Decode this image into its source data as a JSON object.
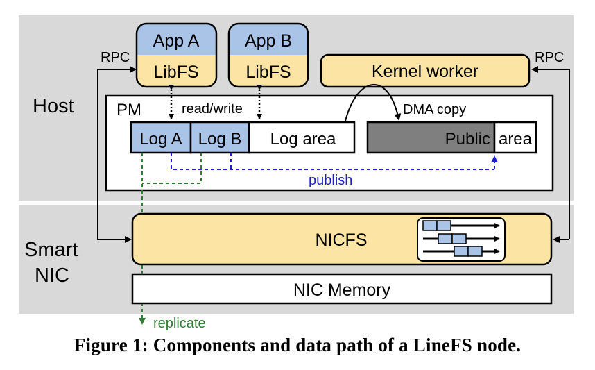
{
  "colors": {
    "band": "#d9d9d9",
    "app_blue": "#a9c4e6",
    "libfs_yellow": "#fbe4a4",
    "public_gray": "#7f7f7f",
    "publish_blue": "#1f1fcc",
    "replicate_green": "#2e7d32"
  },
  "labels": {
    "host": "Host",
    "smart": "Smart",
    "nic": "NIC",
    "rpc_left": "RPC",
    "rpc_right": "RPC",
    "app_a": "App A",
    "app_b": "App B",
    "libfs_a": "LibFS",
    "libfs_b": "LibFS",
    "kernel_worker": "Kernel worker",
    "pm": "PM",
    "read_write": "read/write",
    "dma_copy": "DMA copy",
    "log_a": "Log A",
    "log_b": "Log B",
    "log_area": "Log area",
    "public": "Public",
    "area": "area",
    "publish": "publish",
    "nicfs": "NICFS",
    "nic_memory": "NIC Memory",
    "replicate": "replicate"
  },
  "caption": "Figure 1: Components and data path of a LineFS node."
}
